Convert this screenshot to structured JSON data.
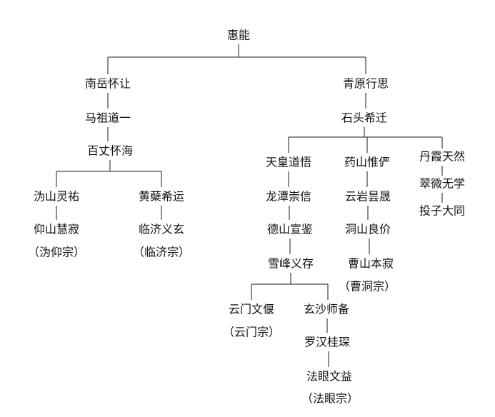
{
  "nodes": {
    "huineng": "惠能",
    "nanyue": "南岳怀让",
    "mazu": "马祖道一",
    "baizhang": "百丈怀海",
    "guishan": "沩山灵祐",
    "yangshan": "仰山慧寂",
    "guiyang": "（沩仰宗）",
    "huangbo": "黄蘗希运",
    "linji": "临济义玄",
    "linjizong": "（临济宗）",
    "qingyuan": "青原行思",
    "shitou": "石头希迁",
    "tianhuang": "天皇道悟",
    "longtan": "龙潭崇信",
    "deshan": "德山宣鉴",
    "xuefeng": "雪峰义存",
    "yunmen": "云门文偃",
    "yunmenzong": "（云门宗）",
    "xuansha": "玄沙师备",
    "luohan": "罗汉桂琛",
    "fayan": "法眼文益",
    "fayanzong": "（法眼宗）",
    "yaoshan": "药山惟俨",
    "yunyan": "云岩昙晟",
    "dongshan": "洞山良价",
    "caoshan": "曹山本寂",
    "caodongzong": "（曹洞宗）",
    "danxia": "丹霞天然",
    "cuiwei": "翠微无学",
    "touzi": "投子大同"
  }
}
